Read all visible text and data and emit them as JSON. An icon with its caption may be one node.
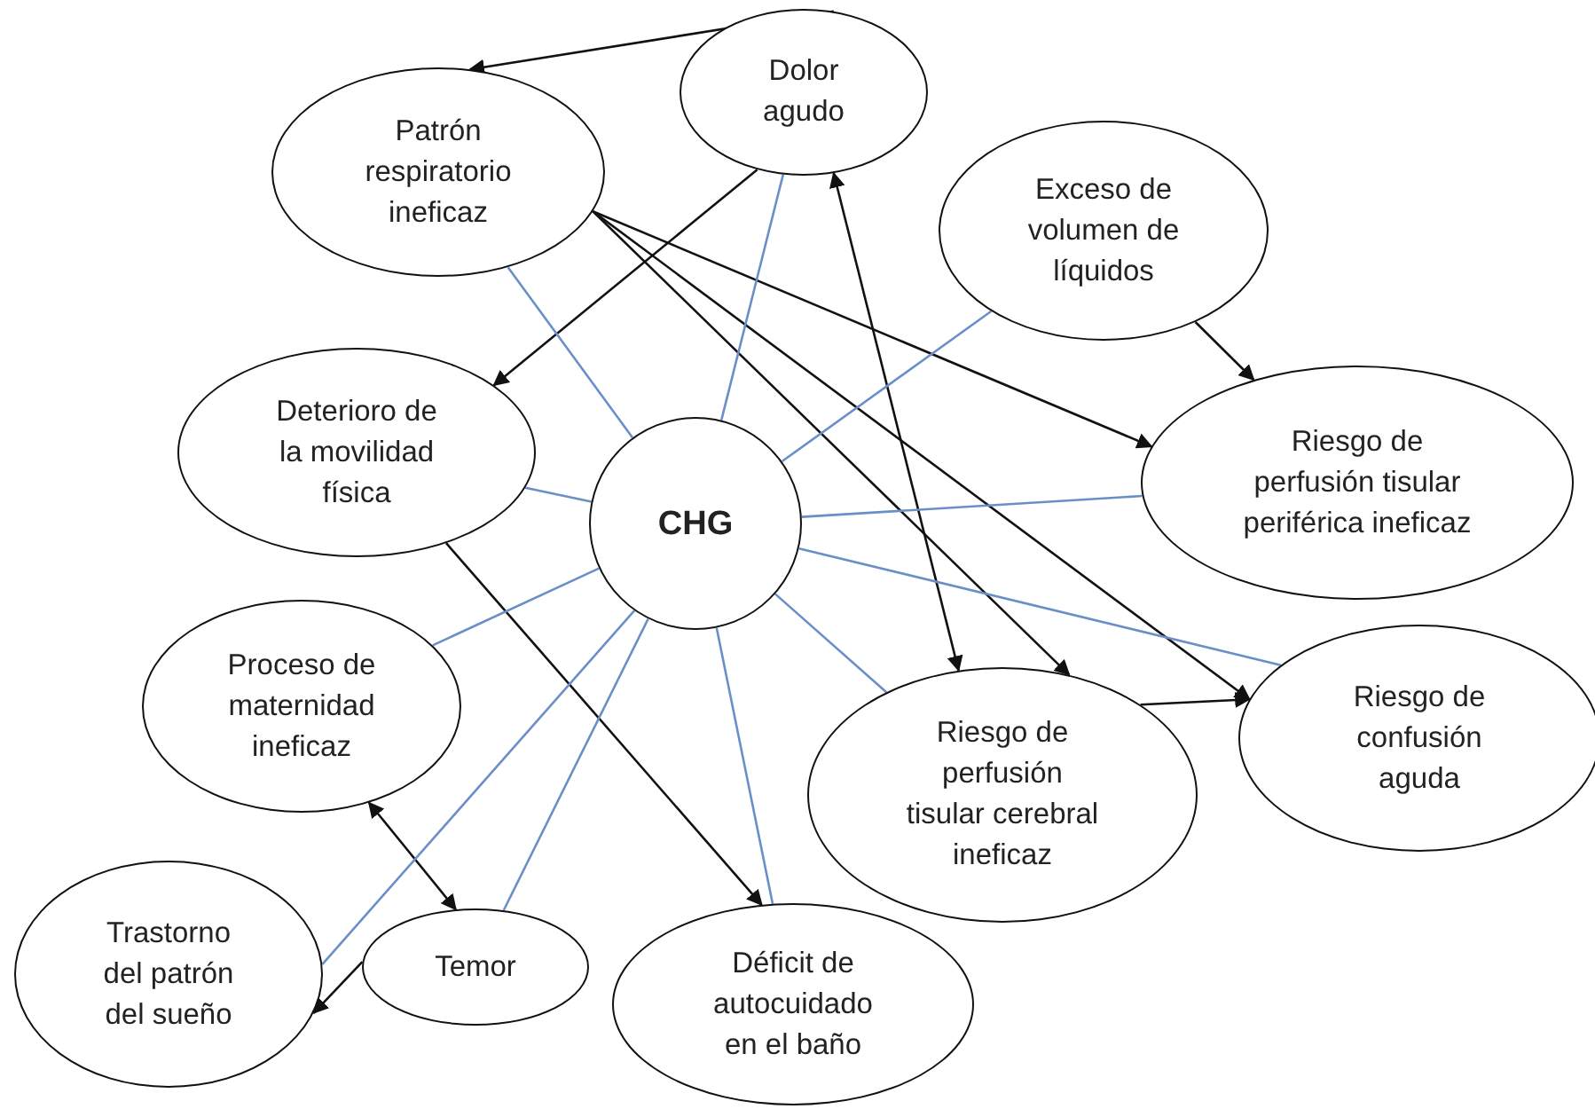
{
  "diagram": {
    "nodes": [
      {
        "text": [
          "Dolor agudo"
        ]
      },
      {
        "text": [
          "Patrón respiratorio ineficaz"
        ]
      },
      {
        "text": [
          "Exceso de volumen de líquidos"
        ]
      },
      {
        "text": [
          "Deterioro de la movilidad física"
        ]
      },
      {
        "text": [
          "CHG"
        ]
      },
      {
        "text": [
          "Riesgo de perfusión tisular periférica ineficaz"
        ]
      },
      {
        "text": [
          "Proceso de maternidad ineficaz"
        ]
      },
      {
        "text": [
          "Riesgo de perfusión tisular cerebral ineficaz"
        ]
      },
      {
        "text": [
          "Riesgo de confusión aguda"
        ]
      },
      {
        "text": [
          "Trastorno del patrón del sueño"
        ]
      },
      {
        "text": [
          "Temor"
        ]
      },
      {
        "text": [
          "Déficit de autocuidado en el baño"
        ]
      }
    ],
    "edges": [
      {
        "from": 0,
        "to": 1,
        "arrow": "to"
      },
      {
        "from": 0,
        "to": 3,
        "arrow": "to"
      },
      {
        "from": 1,
        "to": 5,
        "arrow": "to"
      },
      {
        "from": 1,
        "to": 7,
        "arrow": "to"
      },
      {
        "from": 1,
        "to": 8,
        "arrow": "to"
      },
      {
        "from": 0,
        "to": 7,
        "arrow": "both"
      },
      {
        "from": 7,
        "to": 8,
        "arrow": "to"
      },
      {
        "from": 2,
        "to": 5,
        "arrow": "to"
      },
      {
        "from": 3,
        "to": 11,
        "arrow": "to"
      },
      {
        "from": 6,
        "to": 10,
        "arrow": "both"
      },
      {
        "from": 10,
        "to": 9,
        "arrow": "to"
      },
      {
        "from": 4,
        "to": 1,
        "arrow": "none",
        "color": "#6a8fc8"
      },
      {
        "from": 4,
        "to": 0,
        "arrow": "none",
        "color": "#6a8fc8"
      },
      {
        "from": 4,
        "to": 2,
        "arrow": "none",
        "color": "#6a8fc8"
      },
      {
        "from": 4,
        "to": 3,
        "arrow": "none",
        "color": "#6a8fc8"
      },
      {
        "from": 4,
        "to": 5,
        "arrow": "none",
        "color": "#6a8fc8"
      },
      {
        "from": 4,
        "to": 8,
        "arrow": "none",
        "color": "#6a8fc8"
      },
      {
        "from": 4,
        "to": 6,
        "arrow": "none",
        "color": "#6a8fc8"
      },
      {
        "from": 4,
        "to": 7,
        "arrow": "none",
        "color": "#6a8fc8"
      },
      {
        "from": 4,
        "to": 9,
        "arrow": "none",
        "color": "#6a8fc8"
      },
      {
        "from": 4,
        "to": 10,
        "arrow": "none",
        "color": "#6a8fc8"
      },
      {
        "from": 4,
        "to": 11,
        "arrow": "none",
        "color": "#6a8fc8"
      }
    ]
  }
}
